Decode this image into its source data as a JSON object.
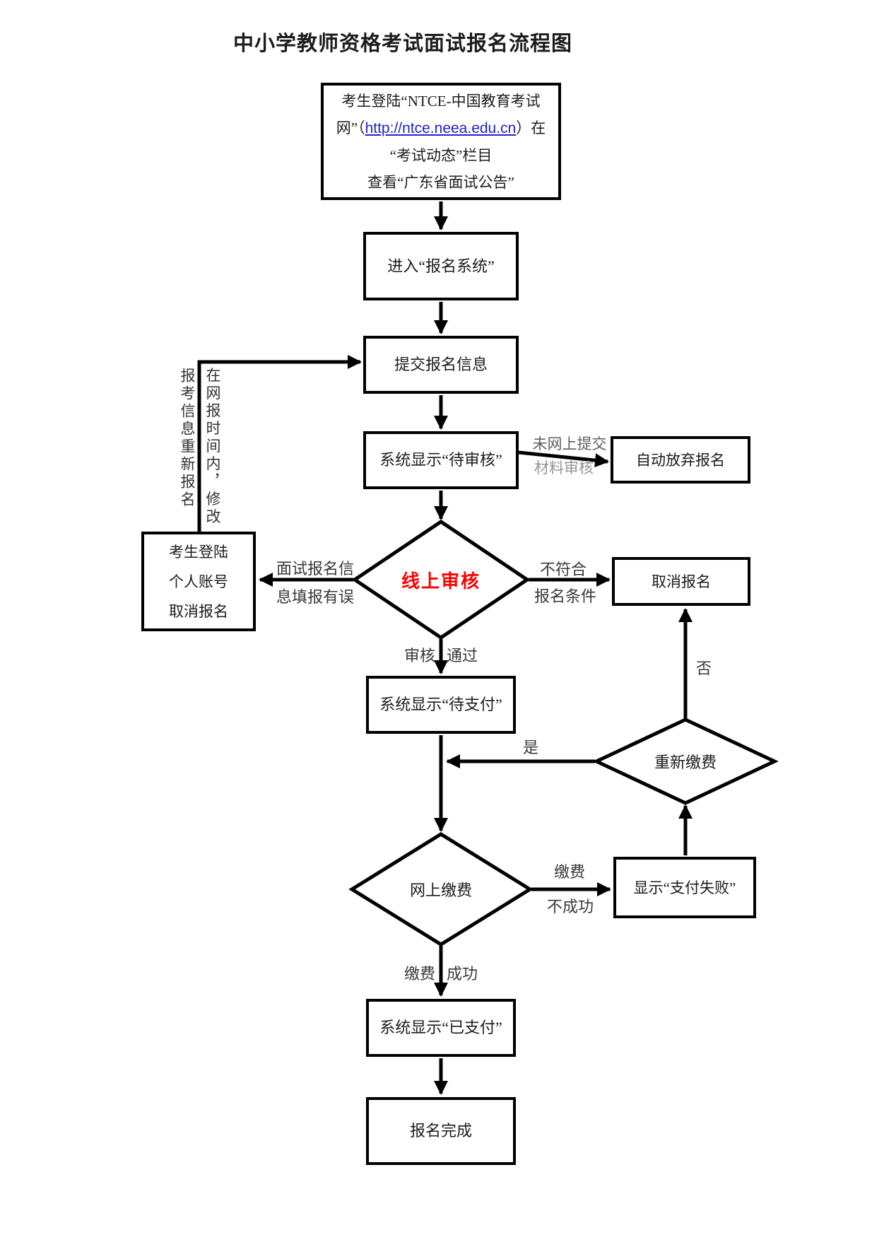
{
  "title": "中小学教师资格考试面试报名流程图",
  "colors": {
    "line": "#000000",
    "box_border": "#000000",
    "text": "#1c1c1c",
    "decision_text": "#ff0000",
    "link": "#2222cc",
    "label": "#383838",
    "label_muted": "#5f5f5f",
    "label_faint": "#949494"
  },
  "nodes": {
    "login_portal": {
      "line1": "考生登陆“NTCE-中国教育考试",
      "line2_prefix": "网”（",
      "link": "http://ntce.neea.edu.cn",
      "line2_suffix": "）在",
      "line3": "“考试动态”栏目",
      "line4": "查看“广东省面试公告”"
    },
    "enter_system": "进入“报名系统”",
    "submit_info": "提交报名信息",
    "pending_review": "系统显示“待审核”",
    "auto_abandon": "自动放弃报名",
    "online_review": "线上审核",
    "cancel_via_account": {
      "line1": "考生登陆",
      "line2": "个人账号",
      "line3": "取消报名"
    },
    "cancel_registration": "取消报名",
    "pending_payment": "系统显示“待支付”",
    "repay": "重新缴费",
    "online_payment": "网上缴费",
    "payment_failed": "显示“支付失败”",
    "paid": "系统显示“已支付”",
    "complete": "报名完成"
  },
  "edge_labels": {
    "no_material_line1": "未网上提交",
    "no_material_line2": "材料审核",
    "info_error_line1": "面试报名信",
    "info_error_line2": "息填报有误",
    "not_qualified_line1": "不符合",
    "not_qualified_line2": "报名条件",
    "review_left": "审核",
    "review_right": "通过",
    "yes": "是",
    "no": "否",
    "pay_fail_line1": "缴费",
    "pay_fail_line2": "不成功",
    "pay_ok_left": "缴费",
    "pay_ok_right": "成功",
    "side_note_outer": "报考信息重新报名",
    "side_note_inner": "在网报时间内，修改"
  }
}
